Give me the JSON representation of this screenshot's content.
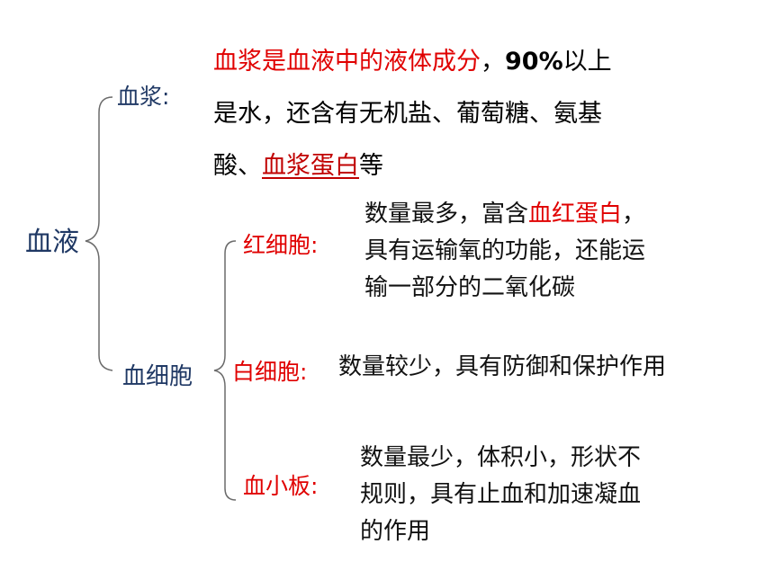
{
  "root": {
    "label": "血液"
  },
  "plasma": {
    "label": "血浆:",
    "desc_red": "血浆是血液中的液体成分",
    "desc_comma": "，",
    "desc_percent": "90%",
    "desc_line1_tail": "以上",
    "desc_line2": "是水，还含有无机盐、葡萄糖、氨基",
    "desc_line3_head": "酸、",
    "desc_line3_highlight": "血浆蛋白",
    "desc_line3_tail": "等"
  },
  "cells": {
    "label": "血细胞",
    "rbc": {
      "label": "红细胞:",
      "line1_head": "数量最多，富含",
      "line1_highlight": "血红蛋白",
      "line1_tail": "，",
      "line2": "具有运输氧的功能，还能运",
      "line3": "输一部分的二氧化碳"
    },
    "wbc": {
      "label": "白细胞:",
      "desc": "数量较少，具有防御和保护作用"
    },
    "platelet": {
      "label": "血小板:",
      "line1": "数量最少，体积小，形状不",
      "line2": "规则，具有止血和加速凝血",
      "line3": "的作用"
    }
  },
  "colors": {
    "navy": "#1f3864",
    "red": "#e00000",
    "dark_red": "#c00000",
    "bracket": "#6b6b6b"
  }
}
